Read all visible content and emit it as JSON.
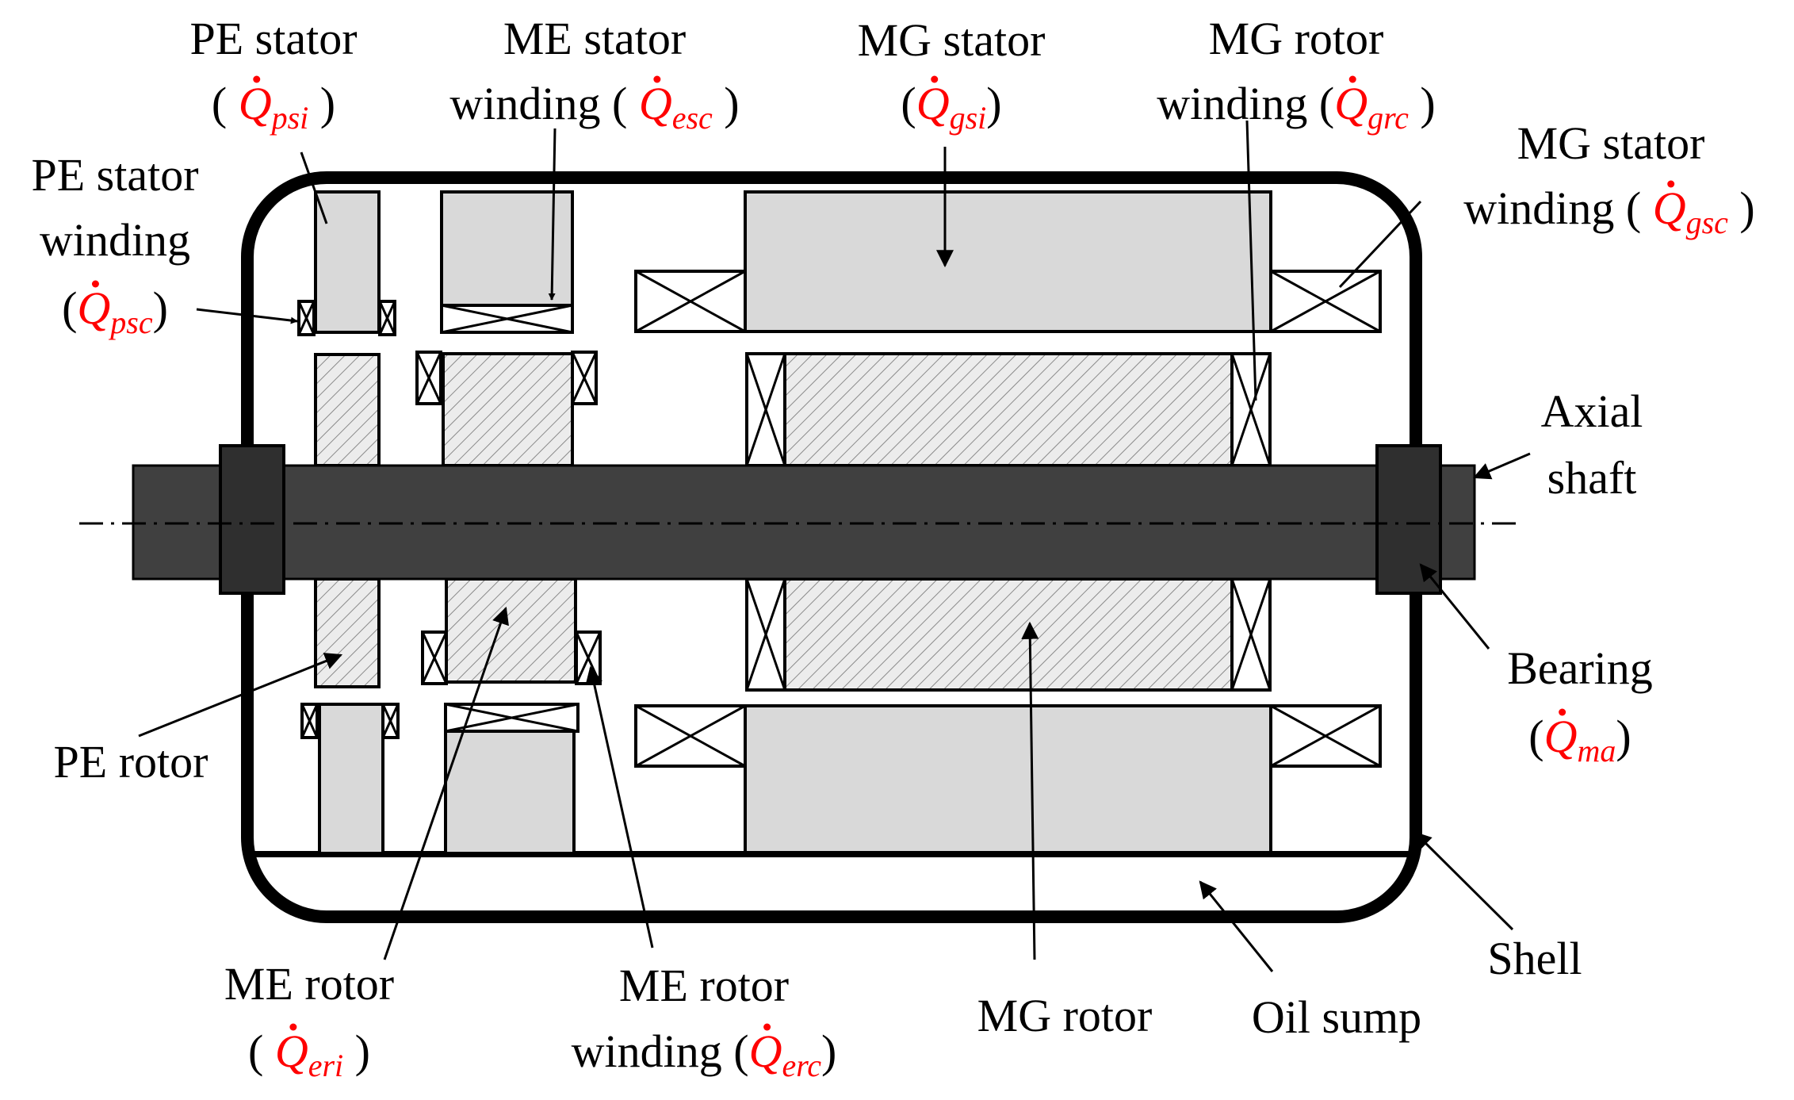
{
  "colors": {
    "outline": "#000000",
    "stator_fill": "#d9d9d9",
    "rotor_fill": "#e6e6e6",
    "hatch": "#7f7f7f",
    "shaft_fill": "#404040",
    "bearing_fill": "#2f2f2f",
    "symbol_red": "#ff0000",
    "centerline": "#000000"
  },
  "labels": {
    "pe_stator": {
      "name": "PE stator",
      "open": "( ",
      "sym": "Q",
      "sub": "psi",
      "close": " )"
    },
    "me_stator_winding": {
      "line1": "ME stator",
      "prefix": "winding ( ",
      "sym": "Q",
      "sub": "esc",
      "close": " )"
    },
    "mg_stator": {
      "name": "MG stator",
      "open": "(",
      "sym": "Q",
      "sub": "gsi",
      "close": ")"
    },
    "mg_rotor_winding": {
      "line1": "MG rotor",
      "prefix": "winding (",
      "sym": "Q",
      "sub": "grc",
      "close": " )"
    },
    "mg_stator_winding": {
      "line1": "MG stator",
      "prefix": "winding ( ",
      "sym": "Q",
      "sub": "gsc",
      "close": " )"
    },
    "pe_stator_winding": {
      "line1": "PE stator",
      "line2": "winding",
      "open": "(",
      "sym": "Q",
      "sub": "psc",
      "close": ")"
    },
    "axial_shaft": {
      "line1": "Axial",
      "line2": "shaft"
    },
    "bearing": {
      "name": "Bearing",
      "open": "(",
      "sym": "Q",
      "sub": "ma",
      "close": ")"
    },
    "pe_rotor": {
      "name": "PE rotor"
    },
    "shell": {
      "name": "Shell"
    },
    "me_rotor": {
      "name": "ME rotor",
      "open": "( ",
      "sym": "Q",
      "sub": "eri",
      "close": " )"
    },
    "me_rotor_winding": {
      "line1": "ME rotor",
      "prefix": "winding (",
      "sym": "Q",
      "sub": "erc",
      "close": ")"
    },
    "mg_rotor": {
      "name": "MG rotor"
    },
    "oil_sump": {
      "name": "Oil sump"
    }
  }
}
